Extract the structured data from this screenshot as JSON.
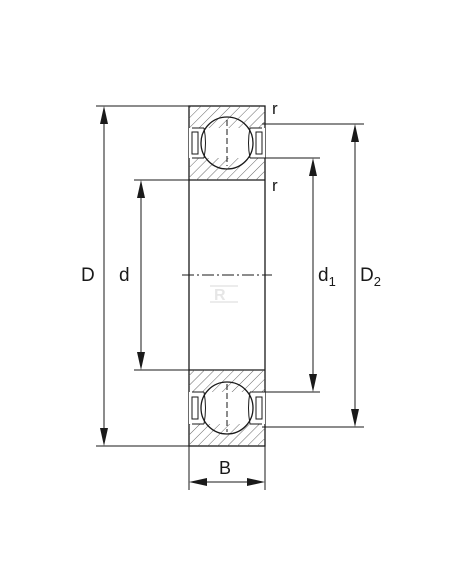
{
  "labels": {
    "D": "D",
    "d": "d",
    "d1_main": "d",
    "d1_sub": "1",
    "D2_main": "D",
    "D2_sub": "2",
    "B": "B",
    "r_top": "r",
    "r_inner": "r"
  },
  "colors": {
    "line": "#1a1a1a",
    "hatch": "#555555",
    "watermark": "#e6e6e6"
  }
}
